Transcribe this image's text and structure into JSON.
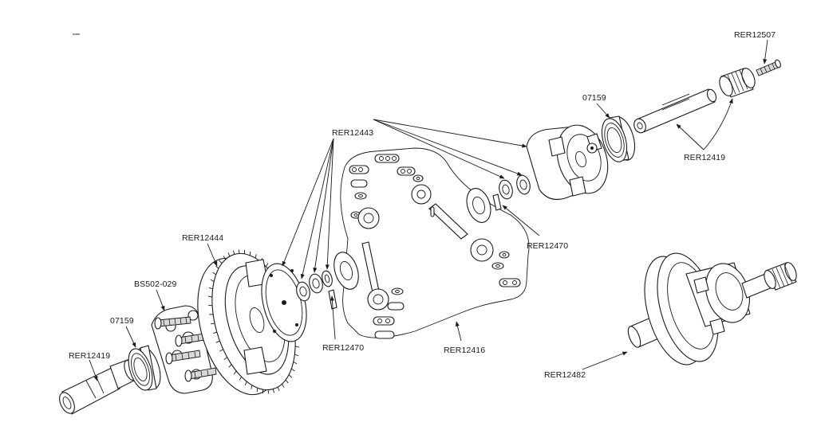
{
  "diagram": {
    "labels": {
      "rer12507": "RER12507",
      "o7159_top": "07159",
      "rer12443": "RER12443",
      "rer12419_top": "RER12419",
      "rer12470_right": "RER12470",
      "rer12444": "RER12444",
      "bs502": "BS502-029",
      "o7159_left": "07159",
      "rer12419_left": "RER12419",
      "rer12470_mid": "RER12470",
      "rer12416": "RER12416",
      "rer12482": "RER12482"
    }
  }
}
